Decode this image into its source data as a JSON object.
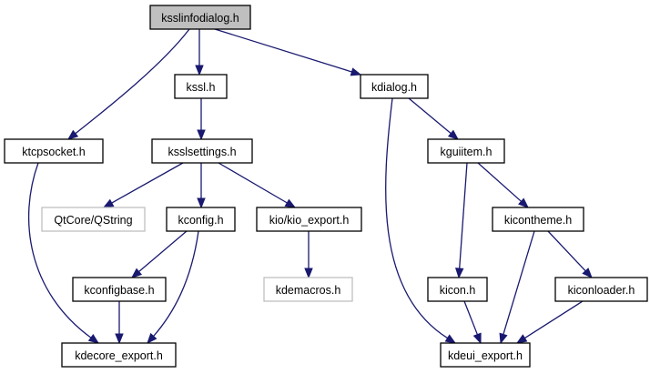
{
  "graph": {
    "type": "include-dependency-graph",
    "edge_color": "#191970",
    "root_fill": "#bfbfbf",
    "external_border": "#bfbfbf",
    "nodes": [
      {
        "id": "ksslinfodialog",
        "label": "ksslinfodialog.h",
        "kind": "root"
      },
      {
        "id": "kssl",
        "label": "kssl.h",
        "kind": "normal"
      },
      {
        "id": "kdialog",
        "label": "kdialog.h",
        "kind": "normal"
      },
      {
        "id": "ktcpsocket",
        "label": "ktcpsocket.h",
        "kind": "normal"
      },
      {
        "id": "ksslsettings",
        "label": "ksslsettings.h",
        "kind": "normal"
      },
      {
        "id": "kguiitem",
        "label": "kguiitem.h",
        "kind": "normal"
      },
      {
        "id": "qstring",
        "label": "QtCore/QString",
        "kind": "external"
      },
      {
        "id": "kconfig",
        "label": "kconfig.h",
        "kind": "normal"
      },
      {
        "id": "kio_export",
        "label": "kio/kio_export.h",
        "kind": "normal"
      },
      {
        "id": "kicontheme",
        "label": "kicontheme.h",
        "kind": "normal"
      },
      {
        "id": "kconfigbase",
        "label": "kconfigbase.h",
        "kind": "normal"
      },
      {
        "id": "kdemacros",
        "label": "kdemacros.h",
        "kind": "external"
      },
      {
        "id": "kicon",
        "label": "kicon.h",
        "kind": "normal"
      },
      {
        "id": "kiconloader",
        "label": "kiconloader.h",
        "kind": "normal"
      },
      {
        "id": "kdecore_export",
        "label": "kdecore_export.h",
        "kind": "normal"
      },
      {
        "id": "kdeui_export",
        "label": "kdeui_export.h",
        "kind": "normal"
      }
    ],
    "edges": [
      {
        "from": "ksslinfodialog",
        "to": "ktcpsocket"
      },
      {
        "from": "ksslinfodialog",
        "to": "kssl"
      },
      {
        "from": "ksslinfodialog",
        "to": "kdialog"
      },
      {
        "from": "kssl",
        "to": "ksslsettings"
      },
      {
        "from": "ksslsettings",
        "to": "qstring"
      },
      {
        "from": "ksslsettings",
        "to": "kconfig"
      },
      {
        "from": "ksslsettings",
        "to": "kio_export"
      },
      {
        "from": "kio_export",
        "to": "kdemacros"
      },
      {
        "from": "kconfig",
        "to": "kconfigbase"
      },
      {
        "from": "kconfig",
        "to": "kdecore_export"
      },
      {
        "from": "kconfigbase",
        "to": "kdecore_export"
      },
      {
        "from": "ktcpsocket",
        "to": "kdecore_export"
      },
      {
        "from": "kdialog",
        "to": "kguiitem"
      },
      {
        "from": "kdialog",
        "to": "kdeui_export"
      },
      {
        "from": "kguiitem",
        "to": "kicon"
      },
      {
        "from": "kguiitem",
        "to": "kicontheme"
      },
      {
        "from": "kicontheme",
        "to": "kiconloader"
      },
      {
        "from": "kicontheme",
        "to": "kdeui_export"
      },
      {
        "from": "kicon",
        "to": "kdeui_export"
      },
      {
        "from": "kiconloader",
        "to": "kdeui_export"
      }
    ]
  }
}
